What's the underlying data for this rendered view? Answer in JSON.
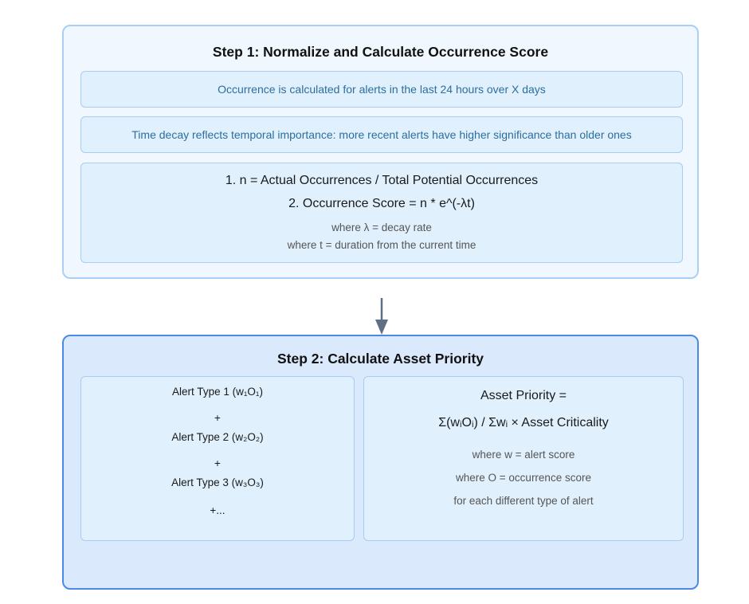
{
  "step1": {
    "title": "Step 1: Normalize and Calculate Occurrence Score",
    "notes": [
      "Occurrence is calculated for alerts in the last 24 hours over X days",
      "Time decay reflects temporal importance: more recent alerts have higher significance than older ones"
    ],
    "formulas": [
      "1. n = Actual Occurrences / Total Potential Occurrences",
      "2. Occurrence Score = n * e^(-λt)"
    ],
    "definitions": [
      "where λ = decay rate",
      "where t = duration from the current time"
    ]
  },
  "connector": {
    "icon": "arrow-down-icon"
  },
  "step2": {
    "title": "Step 2: Calculate Asset Priority",
    "alerts": [
      "Alert Type 1 (w₁O₁)",
      "+",
      "Alert Type 2 (w₂O₂)",
      "+",
      "Alert Type 3 (w₃O₃)",
      "+..."
    ],
    "formula_lines": [
      "Asset Priority =",
      "Σ(wᵢOᵢ) / Σwᵢ × Asset Criticality"
    ],
    "definitions": [
      "where w = alert score",
      "where O = occurrence score",
      "for each different type of alert"
    ]
  },
  "colors": {
    "step1_bg": "#f0f7fe",
    "step1_border": "#a9cff7",
    "step2_bg": "#dbe9fd",
    "step2_border": "#4a8ae6",
    "inner_box_bg": "#e0f0fd",
    "note_text": "#2c6e9e",
    "arrow": "#5f6f86"
  }
}
